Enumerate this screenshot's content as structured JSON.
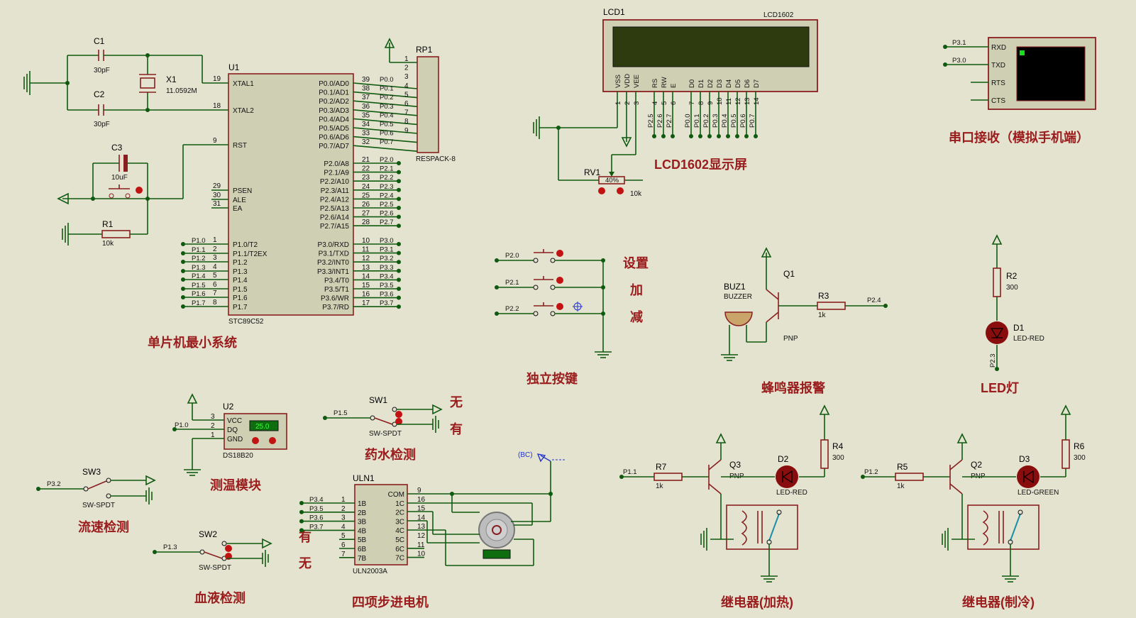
{
  "sections": {
    "mcu": "单片机最小系统",
    "lcd": "LCD1602显示屏",
    "serial": "串口接收（模拟手机端）",
    "keys": "独立按键",
    "buzzer": "蜂鸣器报警",
    "led": "LED灯",
    "temp": "测温模块",
    "liquid": "药水检测",
    "flow": "流速检测",
    "blood": "血液检测",
    "motor": "四项步进电机",
    "relay_heat": "继电器(加热)",
    "relay_cool": "继电器(制冷)"
  },
  "key_labels": [
    "设置",
    "加",
    "减"
  ],
  "switch_labels": {
    "yes": "有",
    "no": "无"
  },
  "mcu": {
    "ref": "U1",
    "part": "STC89C52",
    "left_pins": [
      {
        "num": "19",
        "name": "XTAL1"
      },
      {
        "num": "18",
        "name": "XTAL2"
      },
      {
        "num": "9",
        "name": "RST"
      },
      {
        "num": "29",
        "name": "PSEN"
      },
      {
        "num": "30",
        "name": "ALE"
      },
      {
        "num": "31",
        "name": "EA"
      },
      {
        "num": "1",
        "name": "P1.0/T2",
        "net": "P1.0"
      },
      {
        "num": "2",
        "name": "P1.1/T2EX",
        "net": "P1.1"
      },
      {
        "num": "3",
        "name": "P1.2",
        "net": "P1.2"
      },
      {
        "num": "4",
        "name": "P1.3",
        "net": "P1.3"
      },
      {
        "num": "5",
        "name": "P1.4",
        "net": "P1.4"
      },
      {
        "num": "6",
        "name": "P1.5",
        "net": "P1.5"
      },
      {
        "num": "7",
        "name": "P1.6",
        "net": "P1.6"
      },
      {
        "num": "8",
        "name": "P1.7",
        "net": "P1.7"
      }
    ],
    "right_pins": [
      {
        "num": "39",
        "name": "P0.0/AD0",
        "net": "P0.0"
      },
      {
        "num": "38",
        "name": "P0.1/AD1",
        "net": "P0.1"
      },
      {
        "num": "37",
        "name": "P0.2/AD2",
        "net": "P0.2"
      },
      {
        "num": "36",
        "name": "P0.3/AD3",
        "net": "P0.3"
      },
      {
        "num": "35",
        "name": "P0.4/AD4",
        "net": "P0.4"
      },
      {
        "num": "34",
        "name": "P0.5/AD5",
        "net": "P0.5"
      },
      {
        "num": "33",
        "name": "P0.6/AD6",
        "net": "P0.6"
      },
      {
        "num": "32",
        "name": "P0.7/AD7",
        "net": "P0.7"
      },
      {
        "num": "21",
        "name": "P2.0/A8",
        "net": "P2.0"
      },
      {
        "num": "22",
        "name": "P2.1/A9",
        "net": "P2.1"
      },
      {
        "num": "23",
        "name": "P2.2/A10",
        "net": "P2.2"
      },
      {
        "num": "24",
        "name": "P2.3/A11",
        "net": "P2.3"
      },
      {
        "num": "25",
        "name": "P2.4/A12",
        "net": "P2.4"
      },
      {
        "num": "26",
        "name": "P2.5/A13",
        "net": "P2.5"
      },
      {
        "num": "27",
        "name": "P2.6/A14",
        "net": "P2.6"
      },
      {
        "num": "28",
        "name": "P2.7/A15",
        "net": "P2.7"
      },
      {
        "num": "10",
        "name": "P3.0/RXD",
        "net": "P3.0"
      },
      {
        "num": "11",
        "name": "P3.1/TXD",
        "net": "P3.1"
      },
      {
        "num": "12",
        "name": "P3.2/INT0",
        "net": "P3.2"
      },
      {
        "num": "13",
        "name": "P3.3/INT1",
        "net": "P3.3"
      },
      {
        "num": "14",
        "name": "P3.4/T0",
        "net": "P3.4"
      },
      {
        "num": "15",
        "name": "P3.5/T1",
        "net": "P3.5"
      },
      {
        "num": "16",
        "name": "P3.6/WR",
        "net": "P3.6"
      },
      {
        "num": "17",
        "name": "P3.7/RD",
        "net": "P3.7"
      }
    ]
  },
  "passives": {
    "c1": {
      "ref": "C1",
      "val": "30pF"
    },
    "c2": {
      "ref": "C2",
      "val": "30pF"
    },
    "c3": {
      "ref": "C3",
      "val": "10uF"
    },
    "x1": {
      "ref": "X1",
      "val": "11.0592M"
    },
    "r1": {
      "ref": "R1",
      "val": "10k"
    },
    "r2": {
      "ref": "R2",
      "val": "300"
    },
    "r3": {
      "ref": "R3",
      "val": "1k"
    },
    "r4": {
      "ref": "R4",
      "val": "300"
    },
    "r5": {
      "ref": "R5",
      "val": "1k"
    },
    "r6": {
      "ref": "R6",
      "val": "300"
    },
    "r7": {
      "ref": "R7",
      "val": "1k"
    },
    "rv1": {
      "ref": "RV1",
      "val": "10k",
      "pct": "40%"
    }
  },
  "rp1": {
    "ref": "RP1",
    "part": "RESPACK-8",
    "pins": [
      "1",
      "2",
      "3",
      "4",
      "5",
      "6",
      "7",
      "8",
      "9"
    ]
  },
  "lcd": {
    "ref": "LCD1",
    "part": "LCD1602",
    "pins": [
      {
        "name": "VSS",
        "num": "1"
      },
      {
        "name": "VDD",
        "num": "2"
      },
      {
        "name": "VEE",
        "num": "3"
      },
      {
        "name": "RS",
        "num": "4",
        "net": "P2.5"
      },
      {
        "name": "RW",
        "num": "5",
        "net": "P2.6"
      },
      {
        "name": "E",
        "num": "6",
        "net": "P2.7"
      },
      {
        "name": "D0",
        "num": "7",
        "net": "P0.0"
      },
      {
        "name": "D1",
        "num": "8",
        "net": "P0.1"
      },
      {
        "name": "D2",
        "num": "9",
        "net": "P0.2"
      },
      {
        "name": "D3",
        "num": "10",
        "net": "P0.3"
      },
      {
        "name": "D4",
        "num": "11",
        "net": "P0.4"
      },
      {
        "name": "D5",
        "num": "12",
        "net": "P0.5"
      },
      {
        "name": "D6",
        "num": "13",
        "net": "P0.6"
      },
      {
        "name": "D7",
        "num": "14",
        "net": "P0.7"
      }
    ]
  },
  "terminal": {
    "pins": [
      "RXD",
      "TXD",
      "RTS",
      "CTS"
    ],
    "nets": [
      "P3.1",
      "P3.0"
    ]
  },
  "keys_nets": [
    "P2.0",
    "P2.1",
    "P2.2"
  ],
  "buzzer": {
    "ref": "BUZ1",
    "part": "BUZZER",
    "q": "Q1",
    "qtype": "PNP",
    "net": "P2.4"
  },
  "led": {
    "ref": "D1",
    "part": "LED-RED",
    "net": "P2.3"
  },
  "ds18b20": {
    "ref": "U2",
    "part": "DS18B20",
    "pins": [
      "VCC",
      "DQ",
      "GND"
    ],
    "nums": [
      "3",
      "2",
      "1"
    ],
    "net": "P1.0",
    "reading": "25.0"
  },
  "sw1": {
    "ref": "SW1",
    "part": "SW-SPDT",
    "net": "P1.5"
  },
  "sw2": {
    "ref": "SW2",
    "part": "SW-SPDT",
    "net": "P1.3"
  },
  "sw3": {
    "ref": "SW3",
    "part": "SW-SPDT",
    "net": "P3.2"
  },
  "uln": {
    "ref": "ULN1",
    "part": "ULN2003A",
    "in": [
      "1B",
      "2B",
      "3B",
      "4B",
      "5B",
      "6B",
      "7B"
    ],
    "in_nums": [
      "1",
      "2",
      "3",
      "4",
      "5",
      "6",
      "7"
    ],
    "out": [
      "COM",
      "1C",
      "2C",
      "3C",
      "4C",
      "5C",
      "6C",
      "7C"
    ],
    "out_nums": [
      "9",
      "16",
      "15",
      "14",
      "13",
      "12",
      "11",
      "10"
    ],
    "nets": [
      "P3.4",
      "P3.5",
      "P3.6",
      "P3.7"
    ]
  },
  "motor": {
    "tag": "(BC)"
  },
  "relay_heat": {
    "q": "Q3",
    "qtype": "PNP",
    "d": "D2",
    "dpart": "LED-RED",
    "net": "P1.1"
  },
  "relay_cool": {
    "q": "Q2",
    "qtype": "PNP",
    "d": "D3",
    "dpart": "LED-GREEN",
    "net": "P1.2"
  },
  "colors": {
    "wire": "#0f5a0f",
    "component": "#8a1f1f",
    "chip_fill": "#cfcfb4",
    "title": "#9b1c1c",
    "lcd_screen": "#2d3b0f"
  }
}
